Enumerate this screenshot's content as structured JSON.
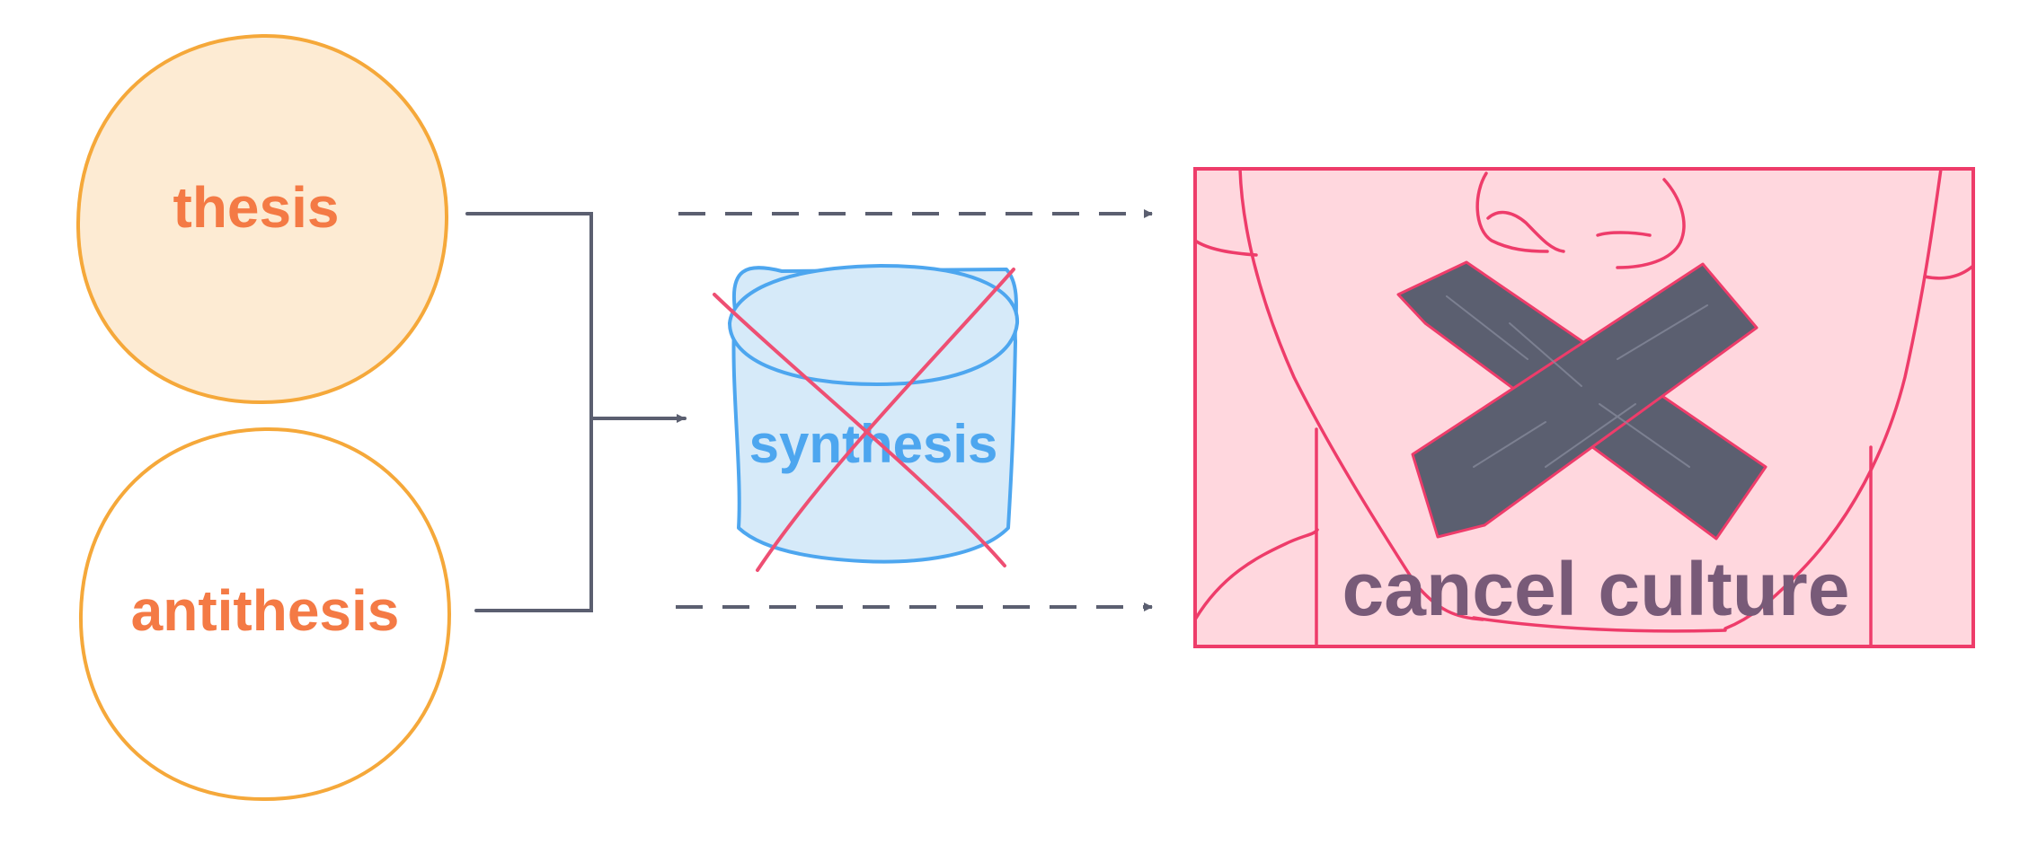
{
  "nodes": {
    "thesis": {
      "label": "thesis",
      "fill": "#FDEBD3",
      "stroke": "#F5A83A",
      "text_color": "#F47A45"
    },
    "antithesis": {
      "label": "antithesis",
      "fill": "#FFFFFF",
      "stroke": "#F5A83A",
      "text_color": "#F47A45"
    },
    "synthesis": {
      "label": "synthesis",
      "fill": "#D6EAF9",
      "stroke": "#4DA6EF",
      "text_color": "#4DA6EF",
      "crossed_out": true,
      "cross_color": "#EE4F73"
    },
    "cancel_culture": {
      "label": "cancel culture",
      "fill": "#FFD7DE",
      "stroke": "#EE3C6A",
      "text_color": "#785A78",
      "tape_color": "#5B5F70"
    }
  },
  "connector_color": "#5B5F70",
  "icons": [
    "tape-x-icon",
    "cross-out-icon"
  ]
}
